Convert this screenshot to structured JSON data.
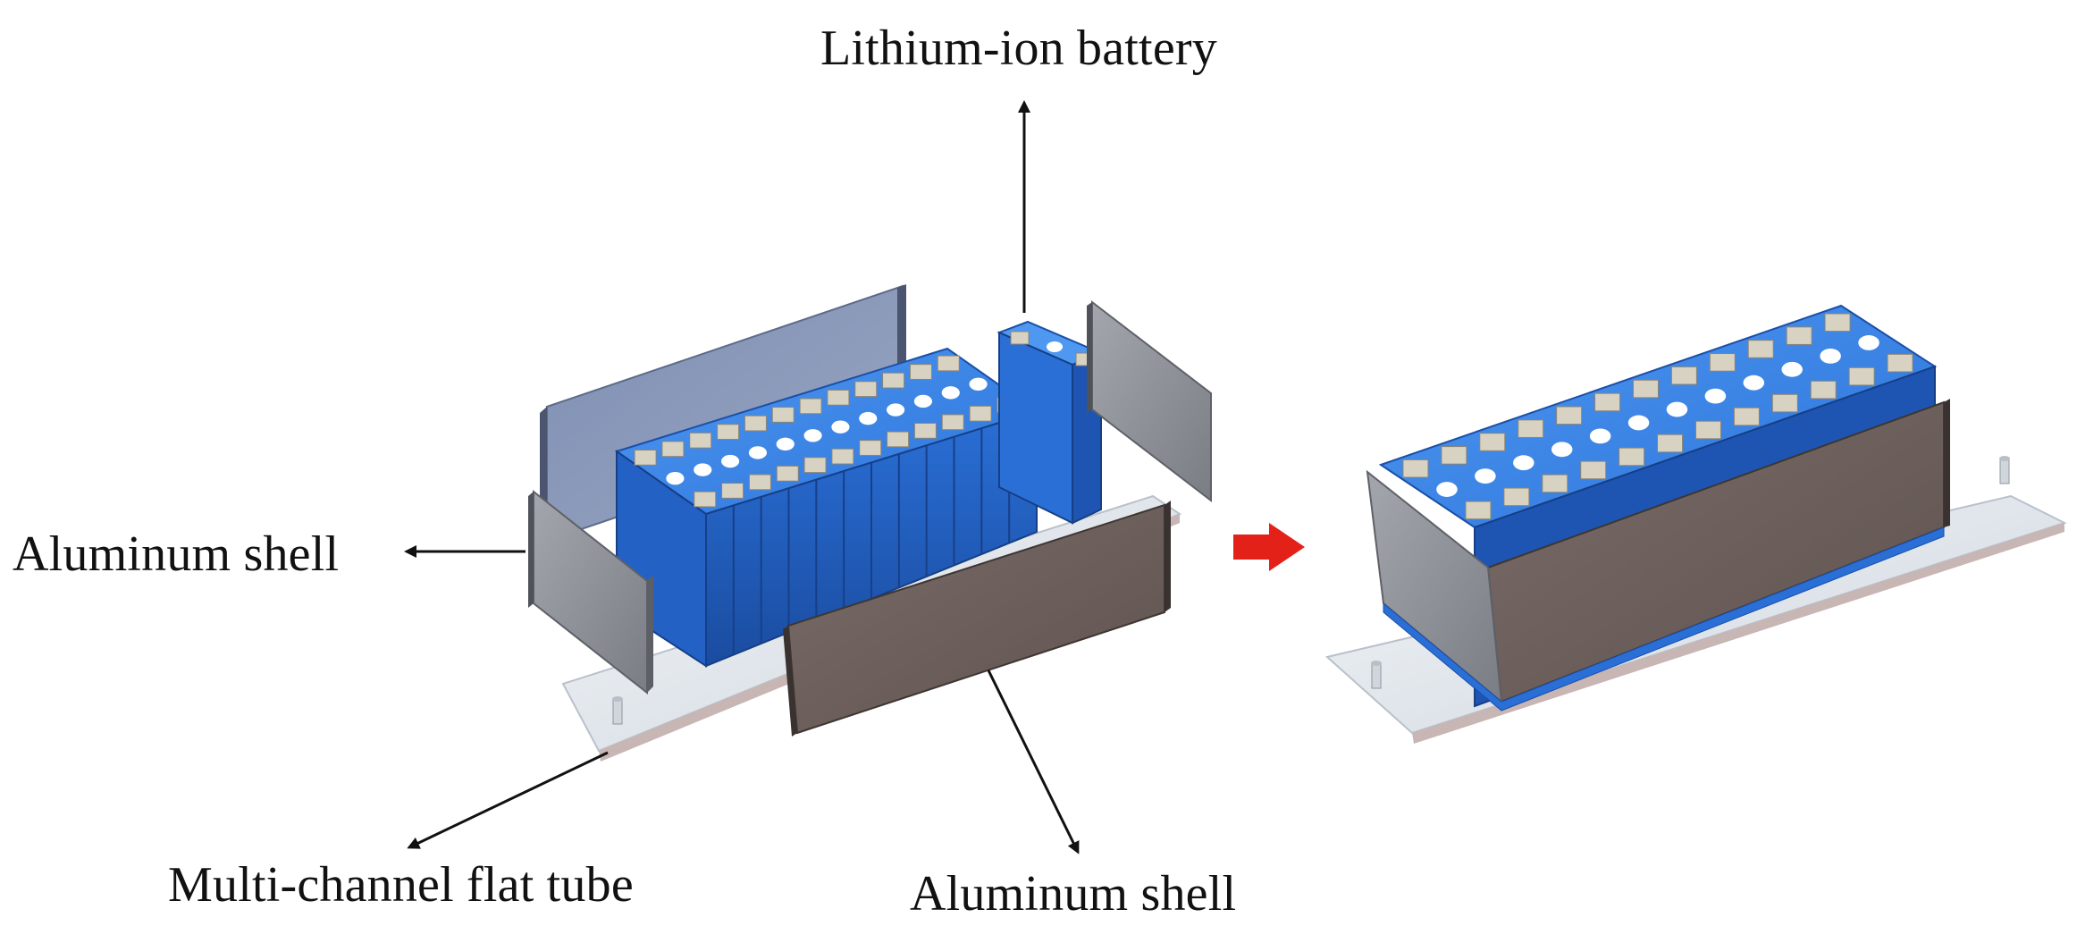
{
  "labels": {
    "lithium_ion_battery": "Lithium-ion battery",
    "aluminum_shell_left": "Aluminum shell",
    "multi_channel_flat_tube": "Multi-channel flat tube",
    "aluminum_shell_bottom": "Aluminum shell"
  },
  "colors": {
    "cell_blue": "#2a6fd6",
    "cell_blue_dark": "#1b4fa8",
    "cell_blue_light": "#4d93ee",
    "terminal": "#d8d2c2",
    "shell_gray": "#8f9097",
    "shell_brown": "#6b5e5a",
    "tube_base": "#e3e8ee",
    "arrow_red": "#e32119",
    "leader_line": "#111111"
  },
  "icons": {
    "assembly_arrow": "red-right-arrow"
  },
  "battery_module": {
    "cells_per_row": 12,
    "terminal_rows": 3
  }
}
